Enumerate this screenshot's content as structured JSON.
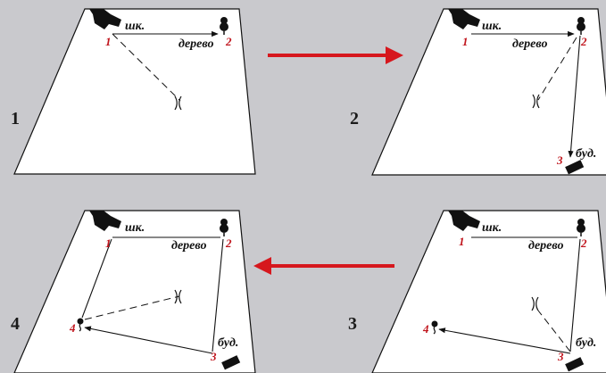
{
  "labels": {
    "school": "шк.",
    "tree": "дерево",
    "booth": "буд."
  },
  "point_numbers": [
    "1",
    "2",
    "3",
    "4"
  ],
  "steps": [
    "1",
    "2",
    "3",
    "4"
  ],
  "colors": {
    "background": "#c9c9cd",
    "paper": "#ffffff",
    "ink": "#111111",
    "point_number": "#c0141c",
    "arrow": "#d6171d"
  }
}
